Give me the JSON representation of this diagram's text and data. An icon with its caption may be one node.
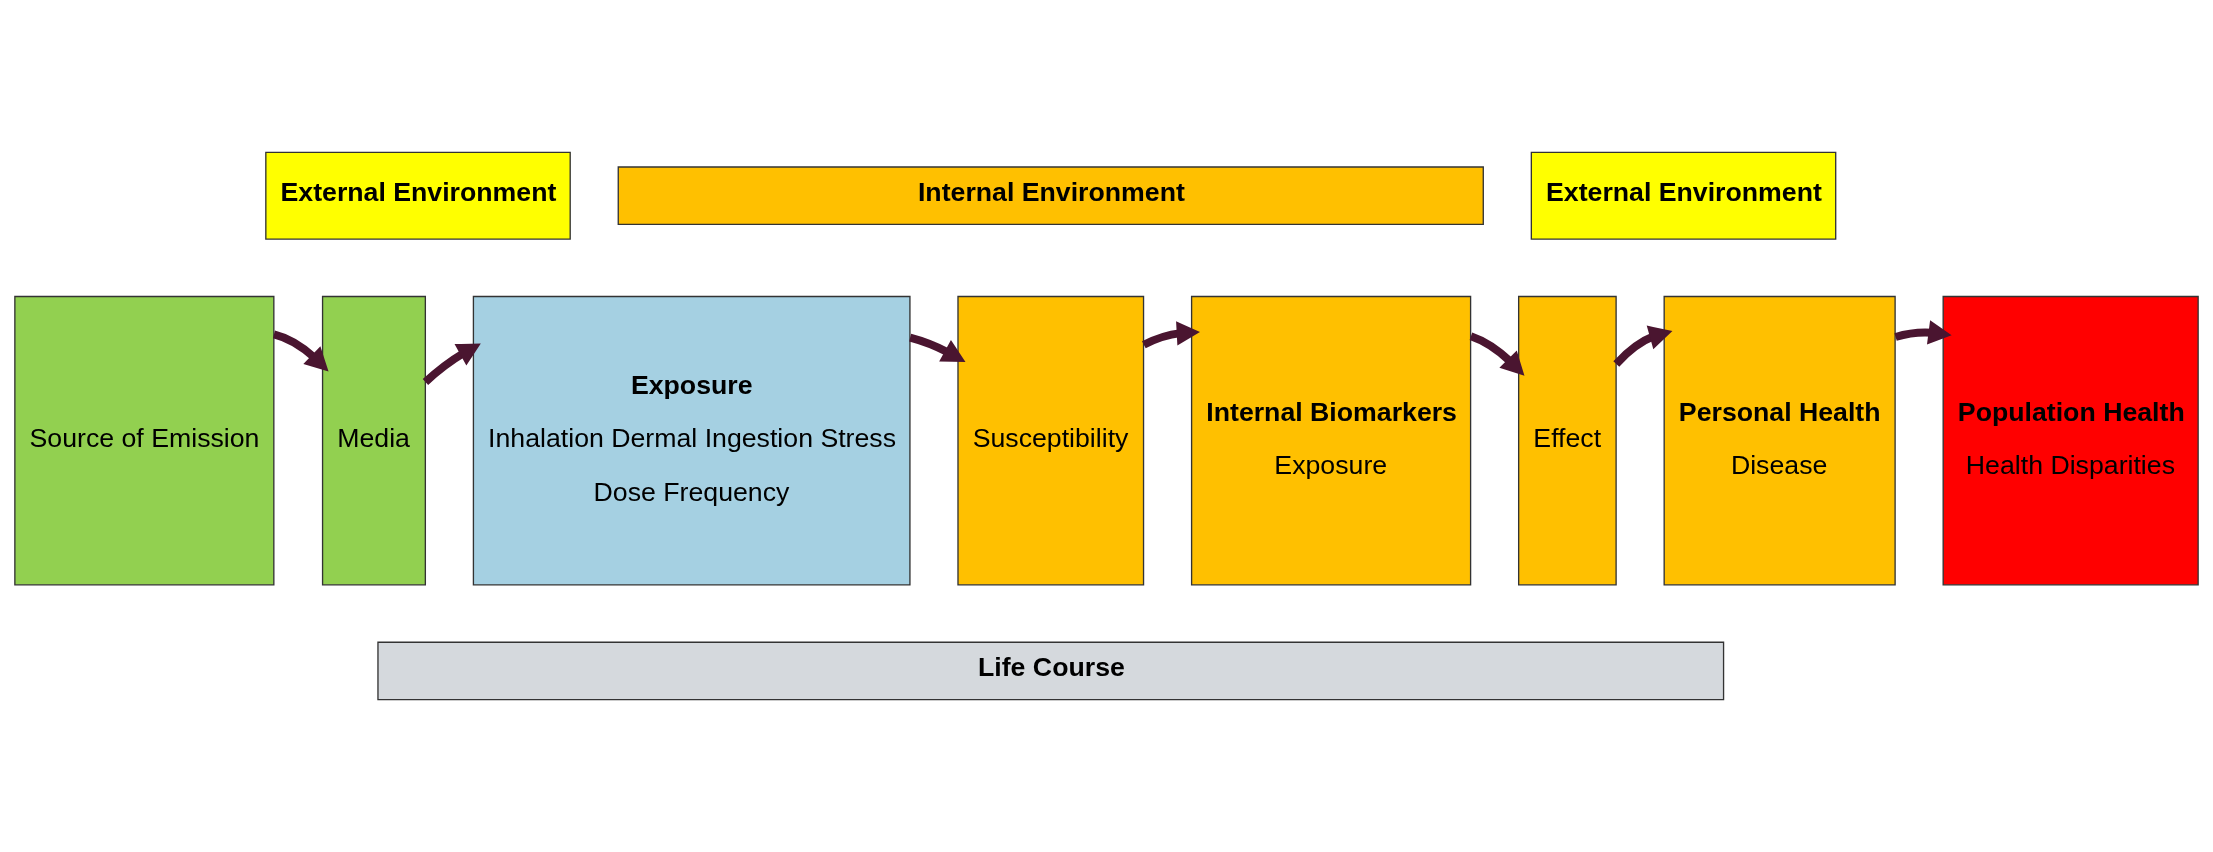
{
  "diagram": {
    "nodes": [
      {
        "text": [
          "External Environment"
        ]
      },
      {
        "text": [
          "Internal Environment"
        ]
      },
      {
        "text": [
          "External Environment"
        ]
      },
      {
        "text": [
          "Source of Emission"
        ]
      },
      {
        "text": [
          "Media"
        ]
      },
      {
        "text": [
          "Exposure",
          "Inhalation Dermal Ingestion Stress",
          "Dose Frequency"
        ]
      },
      {
        "text": [
          "Susceptibility"
        ]
      },
      {
        "text": [
          "Internal Biomarkers",
          "Exposure"
        ]
      },
      {
        "text": [
          "Effect"
        ]
      },
      {
        "text": [
          "Personal Health",
          "Disease"
        ]
      },
      {
        "text": [
          "Population Health",
          "Health Disparities"
        ]
      },
      {
        "text": [
          "Life Course"
        ]
      }
    ],
    "edges": [
      {
        "from": 3,
        "to": 4,
        "arrow": "to"
      },
      {
        "from": 4,
        "to": 5,
        "arrow": "to"
      },
      {
        "from": 5,
        "to": 6,
        "arrow": "to"
      },
      {
        "from": 6,
        "to": 7,
        "arrow": "to"
      },
      {
        "from": 7,
        "to": 8,
        "arrow": "to"
      },
      {
        "from": 8,
        "to": 9,
        "arrow": "to"
      },
      {
        "from": 9,
        "to": 10,
        "arrow": "to"
      }
    ]
  }
}
